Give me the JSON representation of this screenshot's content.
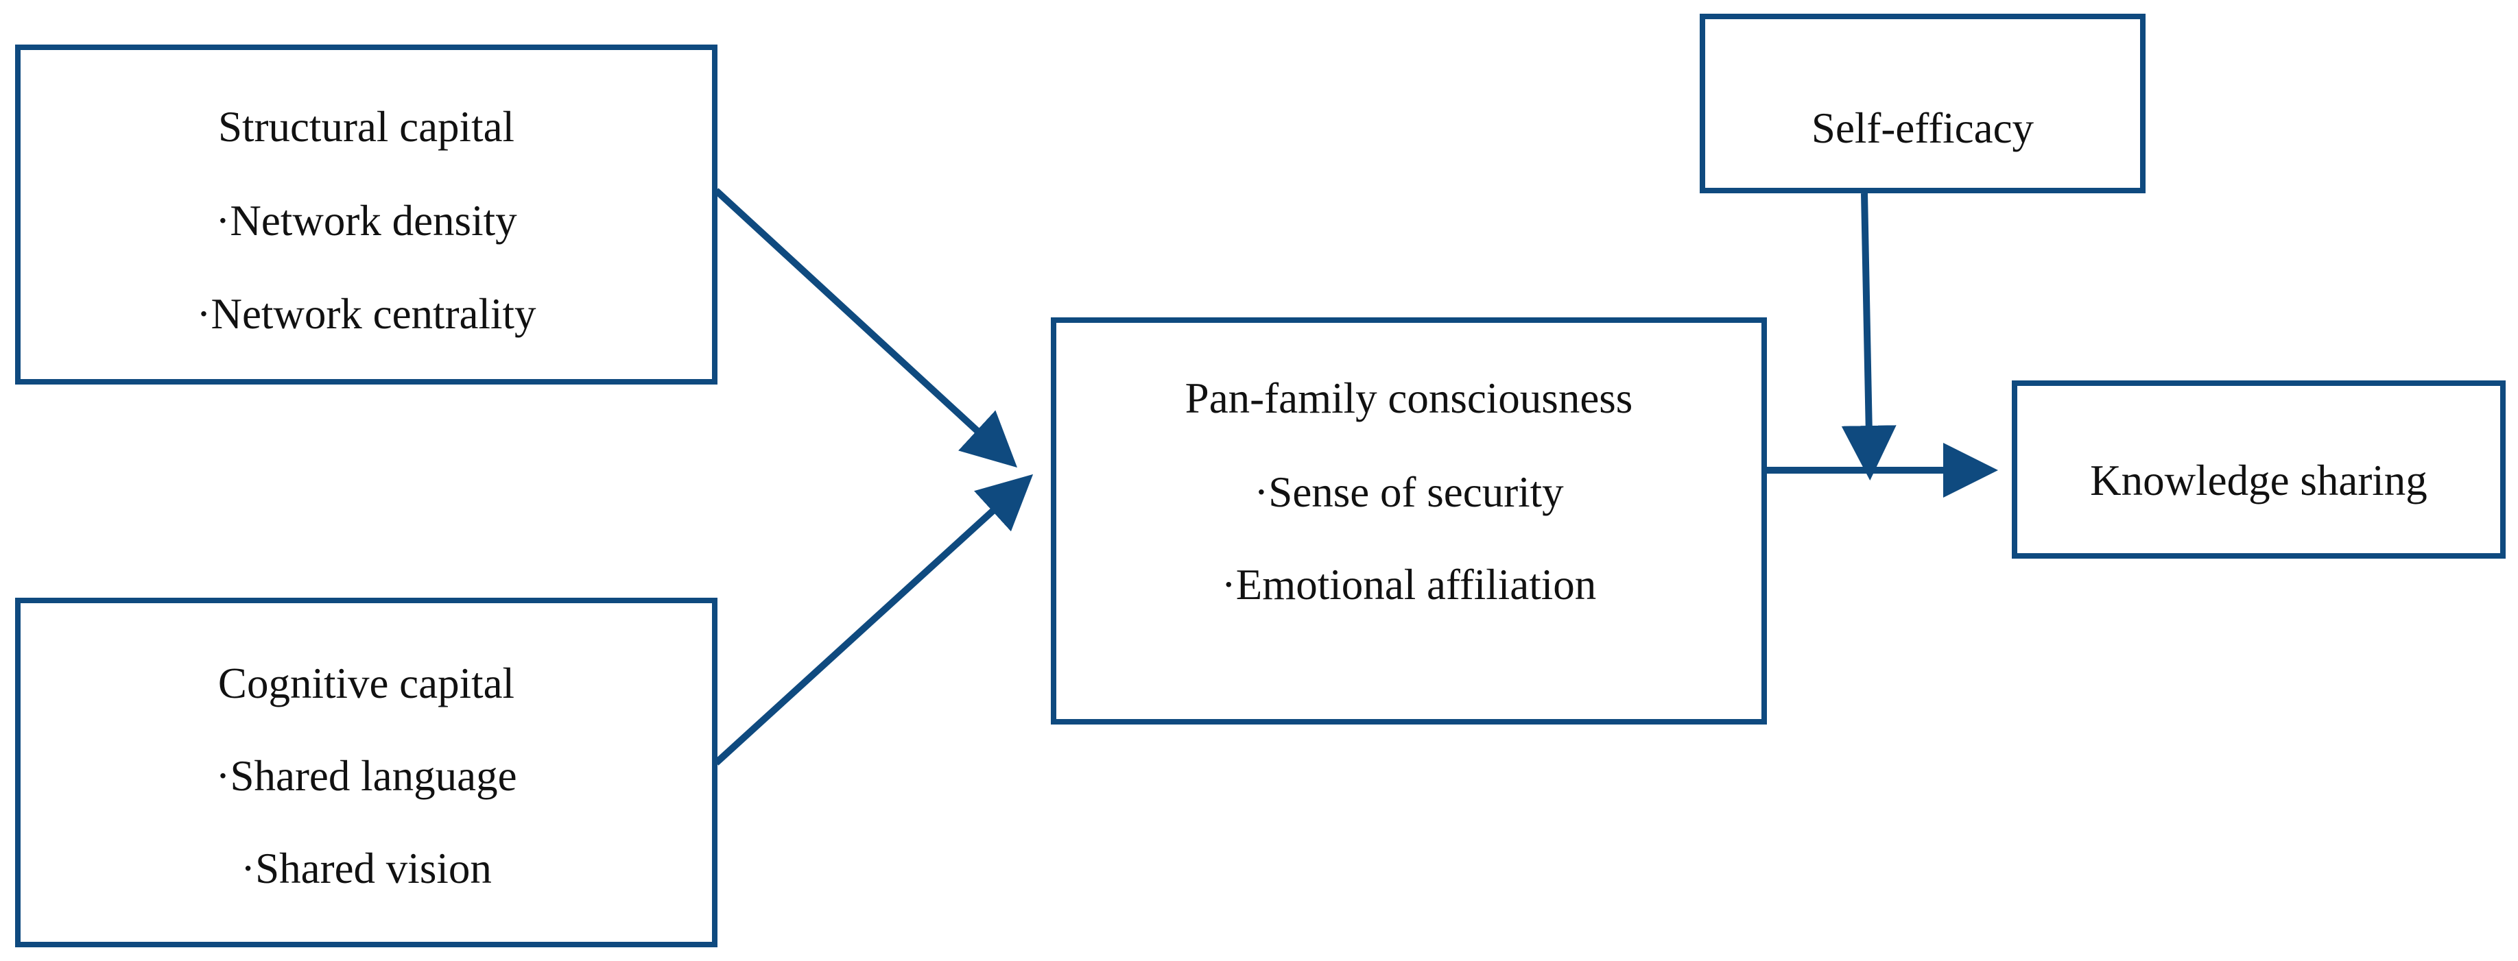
{
  "boxes": {
    "structural_capital": {
      "title": "Structural capital",
      "items": [
        "·Network density",
        "·Network centrality"
      ]
    },
    "cognitive_capital": {
      "title": "Cognitive capital",
      "items": [
        "·Shared language",
        "·Shared vision"
      ]
    },
    "pan_family_consciousness": {
      "title": "Pan-family consciousness",
      "items": [
        "·Sense of security",
        "·Emotional affiliation"
      ]
    },
    "self_efficacy": {
      "title": "Self-efficacy"
    },
    "knowledge_sharing": {
      "title": "Knowledge sharing"
    }
  },
  "colors": {
    "stroke": "#0f4a7f",
    "text": "#111111"
  }
}
